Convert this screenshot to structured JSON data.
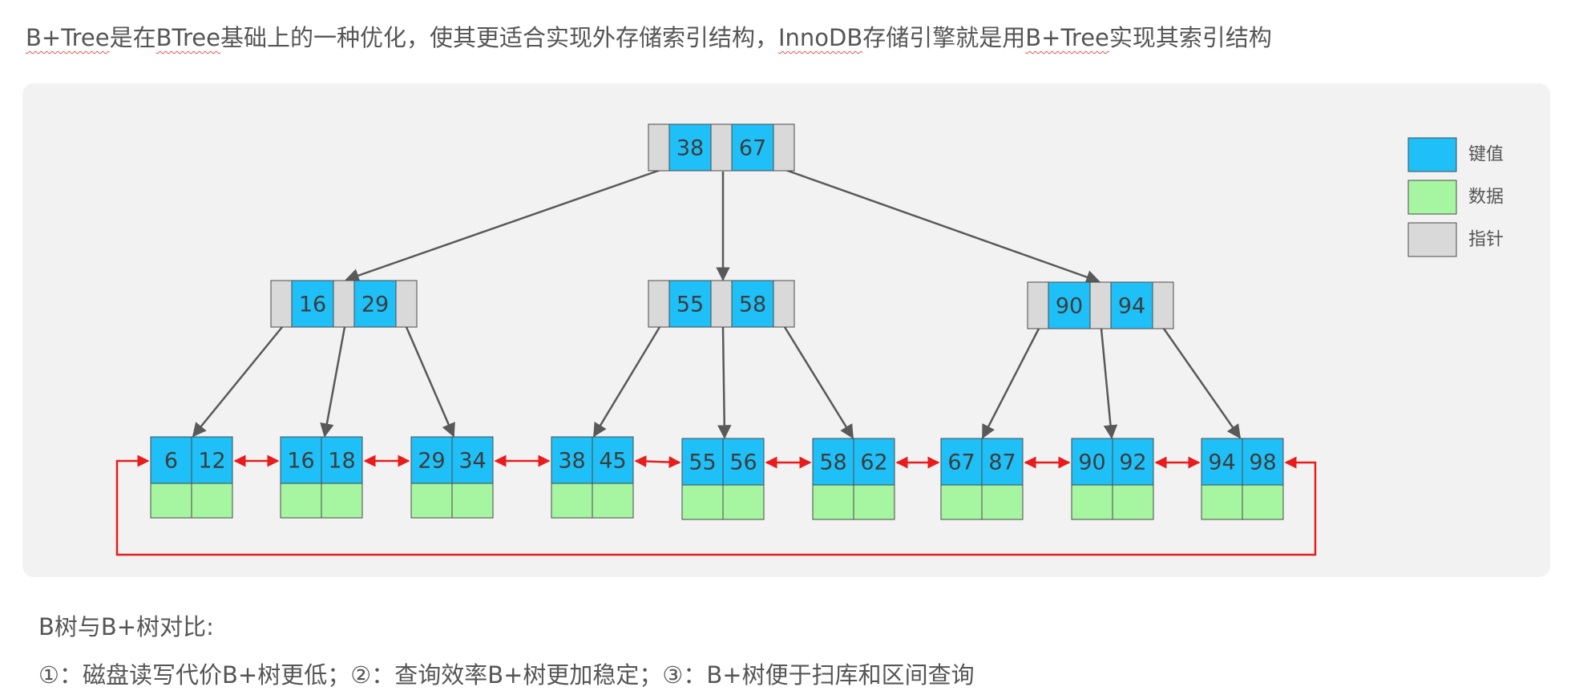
{
  "heading": {
    "t1": "B+Tree",
    "t2": "是在",
    "t3": "BTree",
    "t4": "基础上的一种优化，使其更适合实现外存储索引结构，",
    "t5": "InnoDB",
    "t6": "存储引擎就是用",
    "t7": "B+Tree",
    "t8": "实现其索引结构"
  },
  "legend": [
    {
      "label": "键值",
      "color": "#1ec0f7"
    },
    {
      "label": "数据",
      "color": "#a6f5a0"
    },
    {
      "label": "指针",
      "color": "#d9d9d9"
    }
  ],
  "tree": {
    "root": {
      "keys": [
        "38",
        "67"
      ]
    },
    "internal": [
      {
        "keys": [
          "16",
          "29"
        ]
      },
      {
        "keys": [
          "55",
          "58"
        ]
      },
      {
        "keys": [
          "90",
          "94"
        ]
      }
    ],
    "leaves": [
      {
        "keys": [
          "6",
          "12"
        ]
      },
      {
        "keys": [
          "16",
          "18"
        ]
      },
      {
        "keys": [
          "29",
          "34"
        ]
      },
      {
        "keys": [
          "38",
          "45"
        ]
      },
      {
        "keys": [
          "55",
          "56"
        ]
      },
      {
        "keys": [
          "58",
          "62"
        ]
      },
      {
        "keys": [
          "67",
          "87"
        ]
      },
      {
        "keys": [
          "90",
          "92"
        ]
      },
      {
        "keys": [
          "94",
          "98"
        ]
      }
    ]
  },
  "colors": {
    "key": "#1ec0f7",
    "data": "#a6f5a0",
    "pointer": "#d9d9d9",
    "tree_edge": "#595959",
    "leaf_link": "#e81c1c"
  },
  "comparison": {
    "title": "B树与B+树对比:",
    "line": "①：磁盘读写代价B+树更低；②：查询效率B+树更加稳定；③：B+树便于扫库和区间查询"
  }
}
